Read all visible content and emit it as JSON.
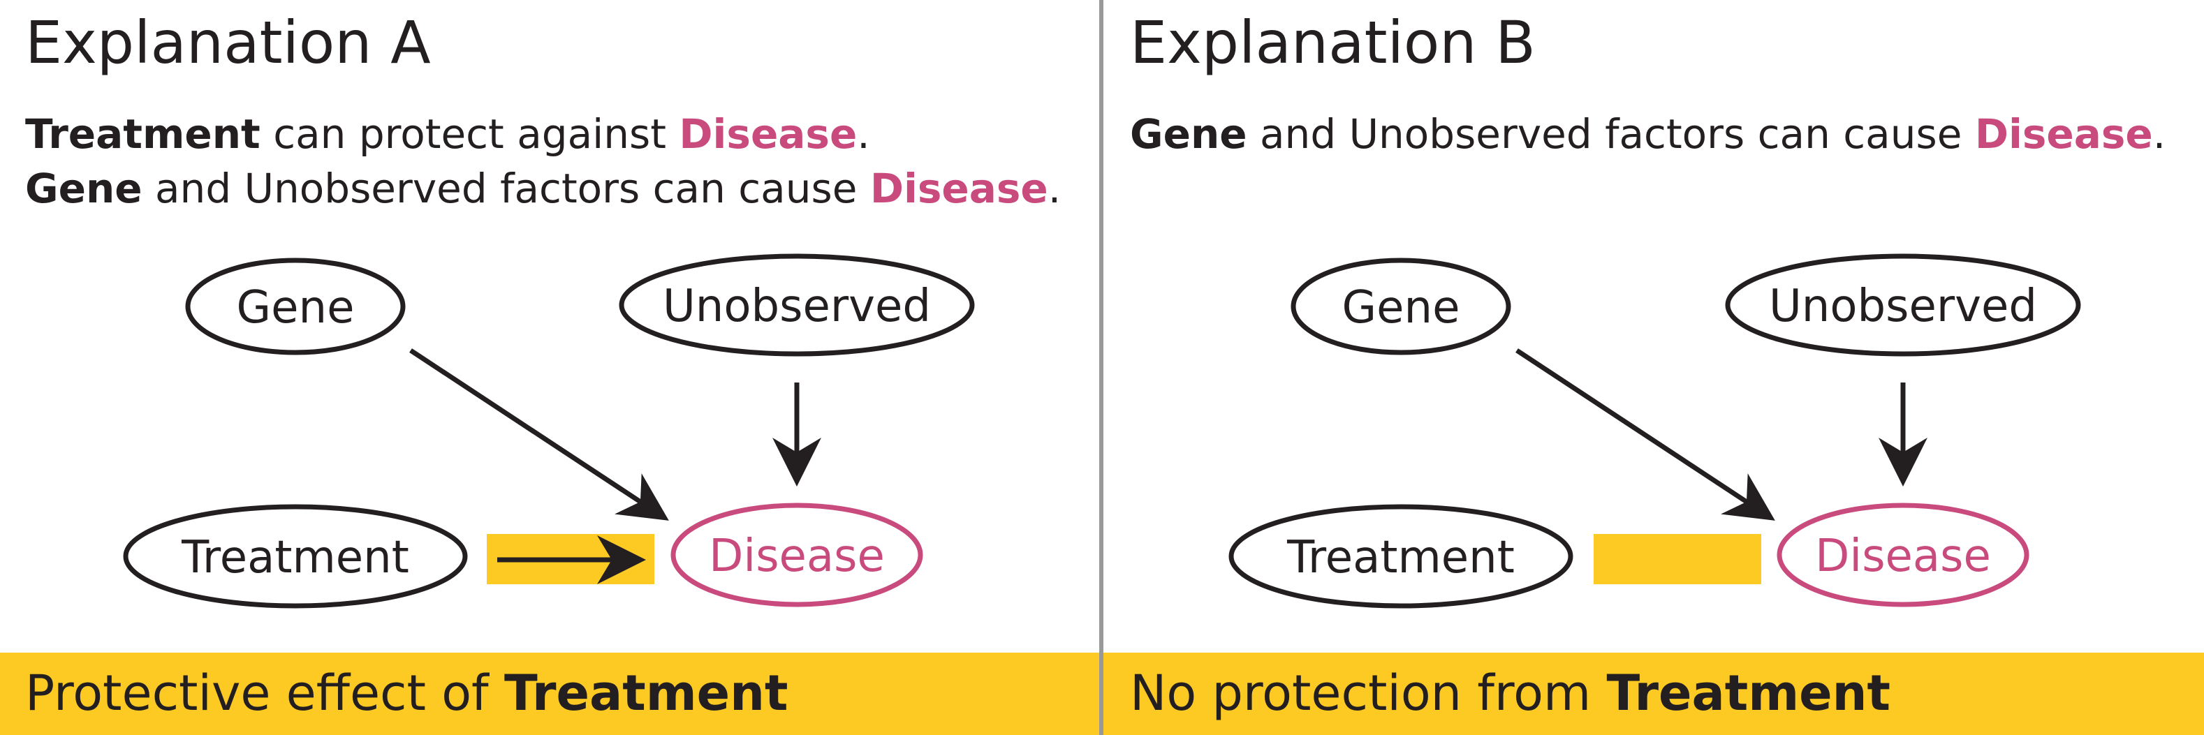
{
  "colors": {
    "highlight": "#c94a7c",
    "banner": "#fcca23",
    "ink": "#231f20",
    "divider": "#999999"
  },
  "panels": [
    {
      "title": "Explanation A",
      "lines": [
        [
          {
            "text": "Treatment",
            "style": "bold"
          },
          {
            "text": " can protect against ",
            "style": "plain"
          },
          {
            "text": "Disease",
            "style": "highlight"
          },
          {
            "text": ".",
            "style": "plain"
          }
        ],
        [
          {
            "text": "Gene",
            "style": "bold"
          },
          {
            "text": " and Unobserved factors can cause ",
            "style": "plain"
          },
          {
            "text": "Disease",
            "style": "highlight"
          },
          {
            "text": ".",
            "style": "plain"
          }
        ]
      ],
      "nodes": {
        "gene": "Gene",
        "unobserved": "Unobserved",
        "treatment": "Treatment",
        "disease": "Disease"
      },
      "treatment_arrow": true,
      "banner": {
        "plain": "Protective effect of ",
        "bold": "Treatment"
      }
    },
    {
      "title": "Explanation B",
      "lines": [
        [
          {
            "text": "Gene",
            "style": "bold"
          },
          {
            "text": " and Unobserved factors can cause ",
            "style": "plain"
          },
          {
            "text": "Disease",
            "style": "highlight"
          },
          {
            "text": ".",
            "style": "plain"
          }
        ]
      ],
      "nodes": {
        "gene": "Gene",
        "unobserved": "Unobserved",
        "treatment": "Treatment",
        "disease": "Disease"
      },
      "treatment_arrow": false,
      "banner": {
        "plain": "No protection from ",
        "bold": "Treatment"
      }
    }
  ]
}
